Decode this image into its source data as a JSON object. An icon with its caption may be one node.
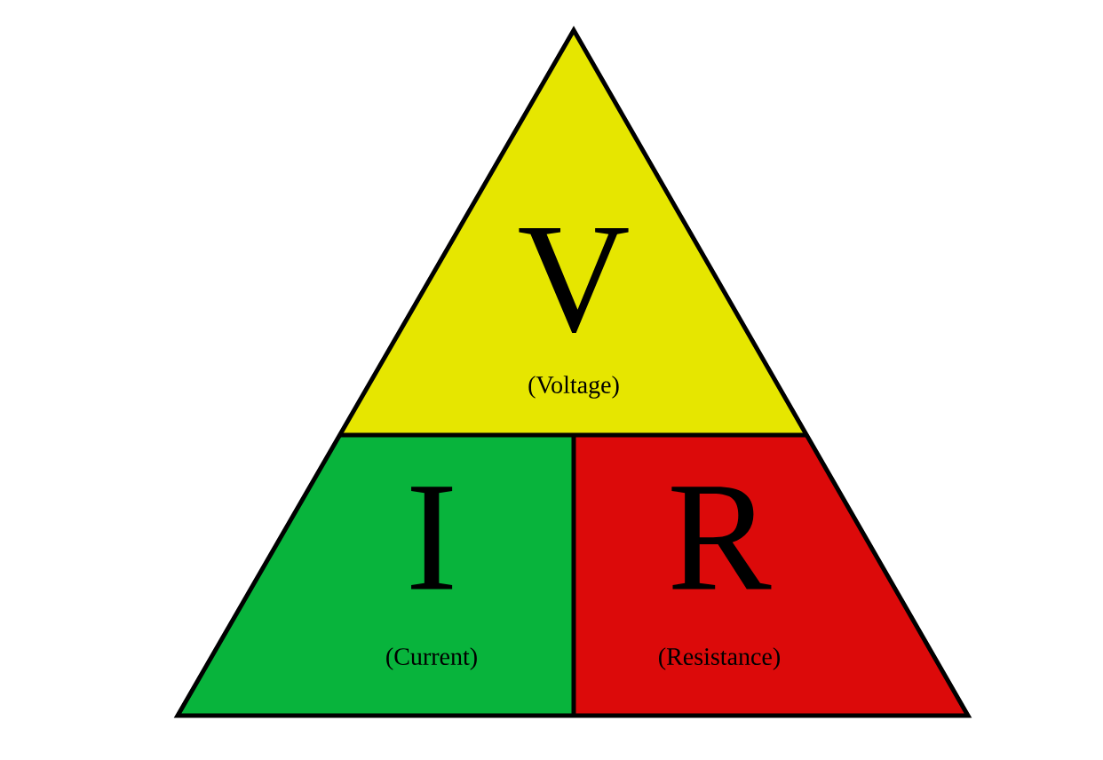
{
  "diagram": {
    "nodes": [
      {
        "text": [
          "V",
          "(Voltage)"
        ]
      },
      {
        "text": [
          "I",
          "(Current)"
        ]
      },
      {
        "text": [
          "R",
          "(Resistance)"
        ]
      }
    ]
  }
}
